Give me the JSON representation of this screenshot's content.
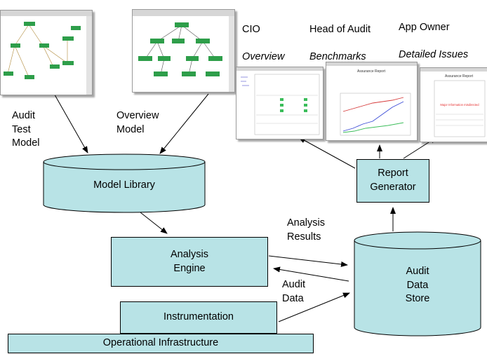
{
  "components": {
    "model_library": "Model Library",
    "analysis_engine": "Analysis\nEngine",
    "instrumentation": "Instrumentation",
    "operational_infrastructure": "Operational Infrastructure",
    "report_generator": "Report\nGenerator",
    "audit_data_store": "Audit\nData\nStore"
  },
  "labels": {
    "audit_test_model": "Audit\nTest\nModel",
    "overview_model": "Overview\nModel",
    "analysis_results": "Analysis\nResults",
    "audit_data": "Audit\nData"
  },
  "audiences": [
    {
      "role": "CIO",
      "view": "Overview"
    },
    {
      "role": "Head of Audit",
      "view": "Benchmarks"
    },
    {
      "role": "App Owner",
      "view": "Detailed Issues"
    }
  ],
  "report_snippets": {
    "benchmarks_title": "Assurance Report",
    "issues_title": "Assurance Report",
    "issues_alert": "Major Information misdirected"
  },
  "colors": {
    "component_fill": "#b8e3e6",
    "model_node": "#2e9e4a"
  }
}
